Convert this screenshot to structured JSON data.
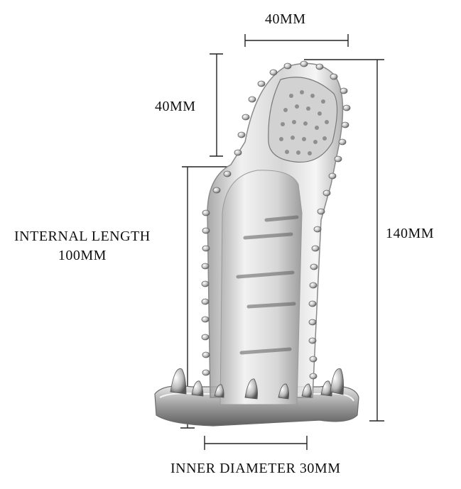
{
  "dimensions": {
    "top_width": "40MM",
    "tip_length": "40MM",
    "internal_length_line1": "INTERNAL LENGTH",
    "internal_length_line2": "100MM",
    "total_length": "140MM",
    "inner_diameter": "INNER DIAMETER 30MM"
  },
  "colors": {
    "text": "#111111",
    "dimension_line": "#222222",
    "product_body": "#d9d9d9",
    "product_shadow": "#7a7a7a"
  }
}
